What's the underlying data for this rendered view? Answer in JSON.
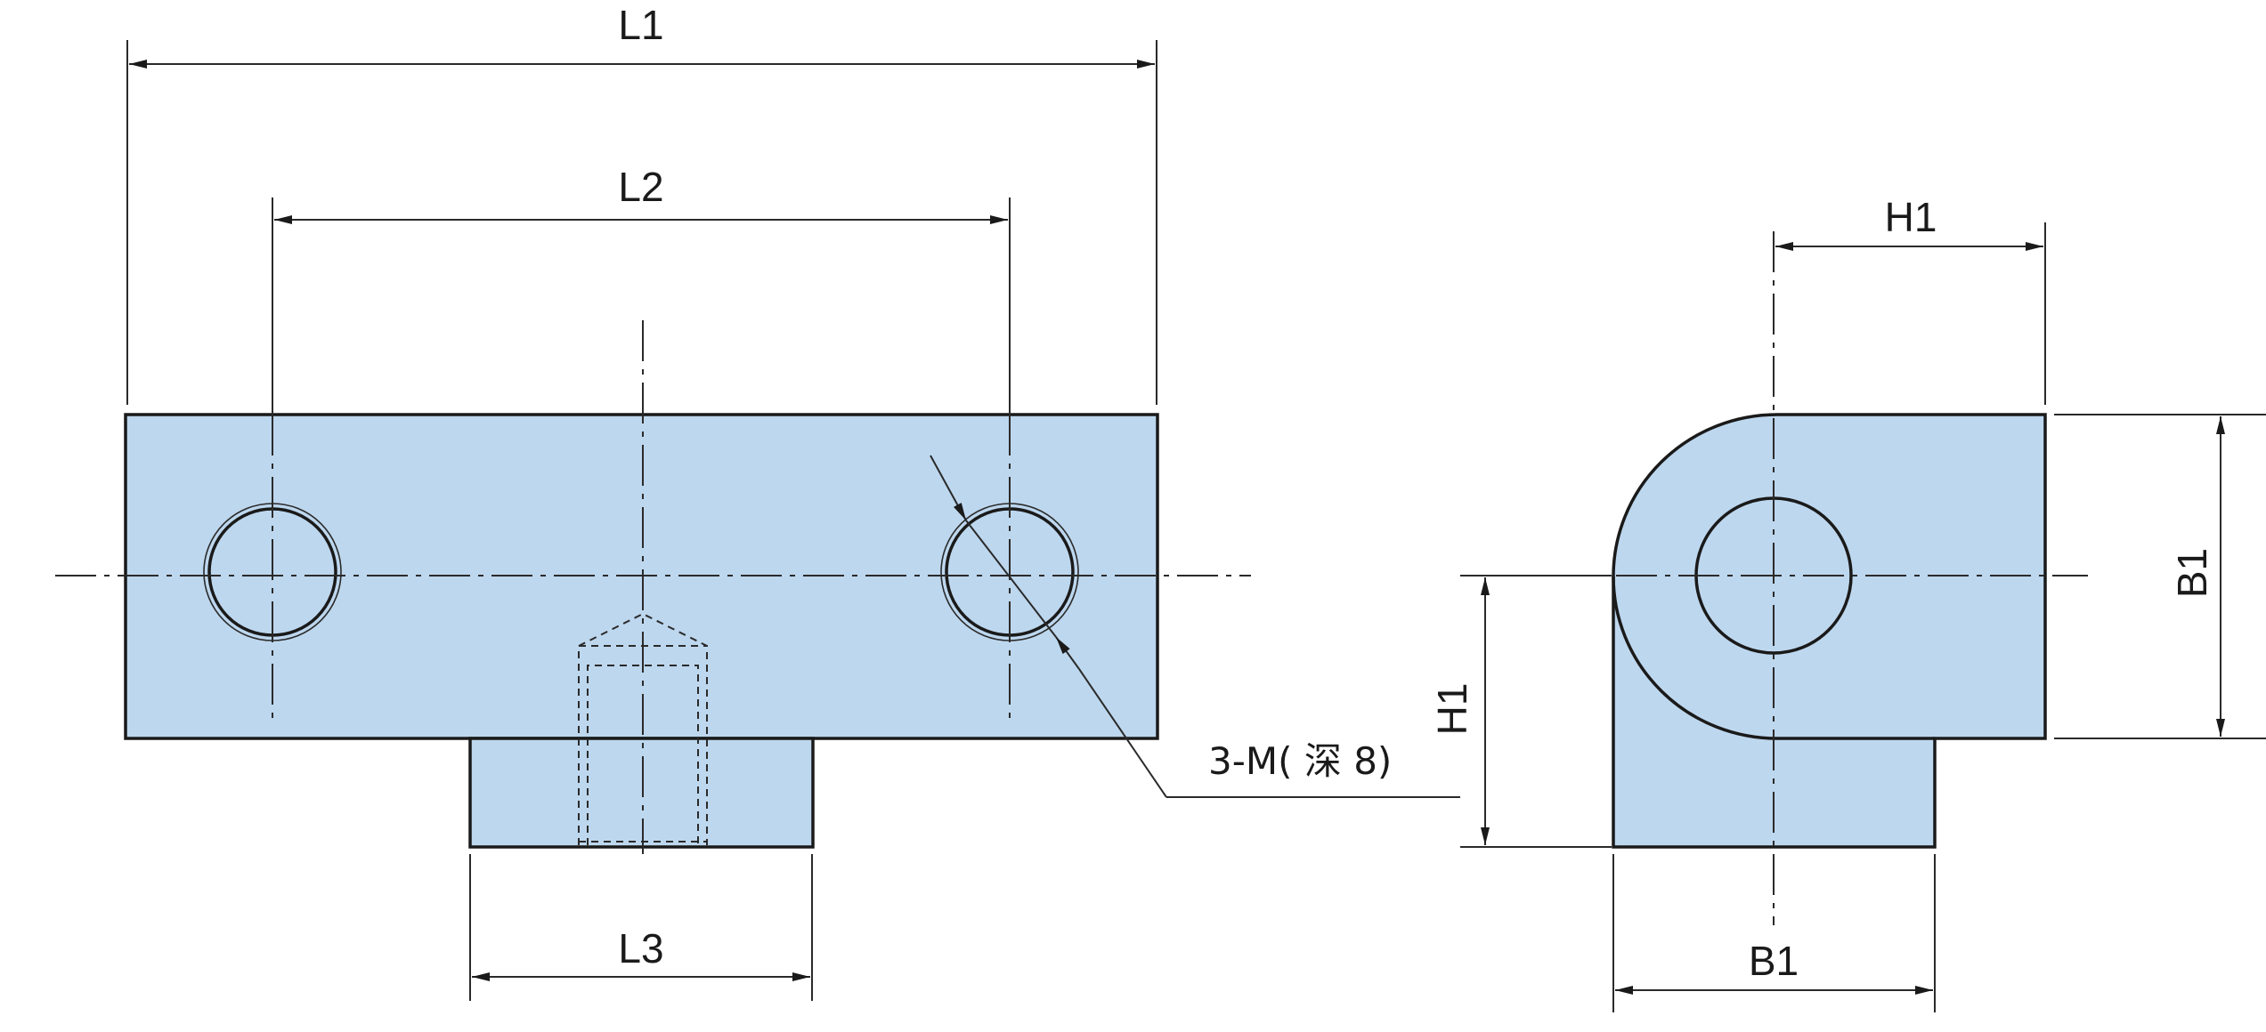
{
  "colors": {
    "part_fill": "#bdd7ee",
    "line": "#1a1a1a"
  },
  "front_view": {
    "dims": {
      "l1": "L1",
      "l2": "L2",
      "l3": "L3"
    },
    "callout": "3-M( 深 8)"
  },
  "side_view": {
    "dims": {
      "h1_top": "H1",
      "h1_left": "H1",
      "b1_right": "B1",
      "b1_bottom": "B1"
    }
  }
}
